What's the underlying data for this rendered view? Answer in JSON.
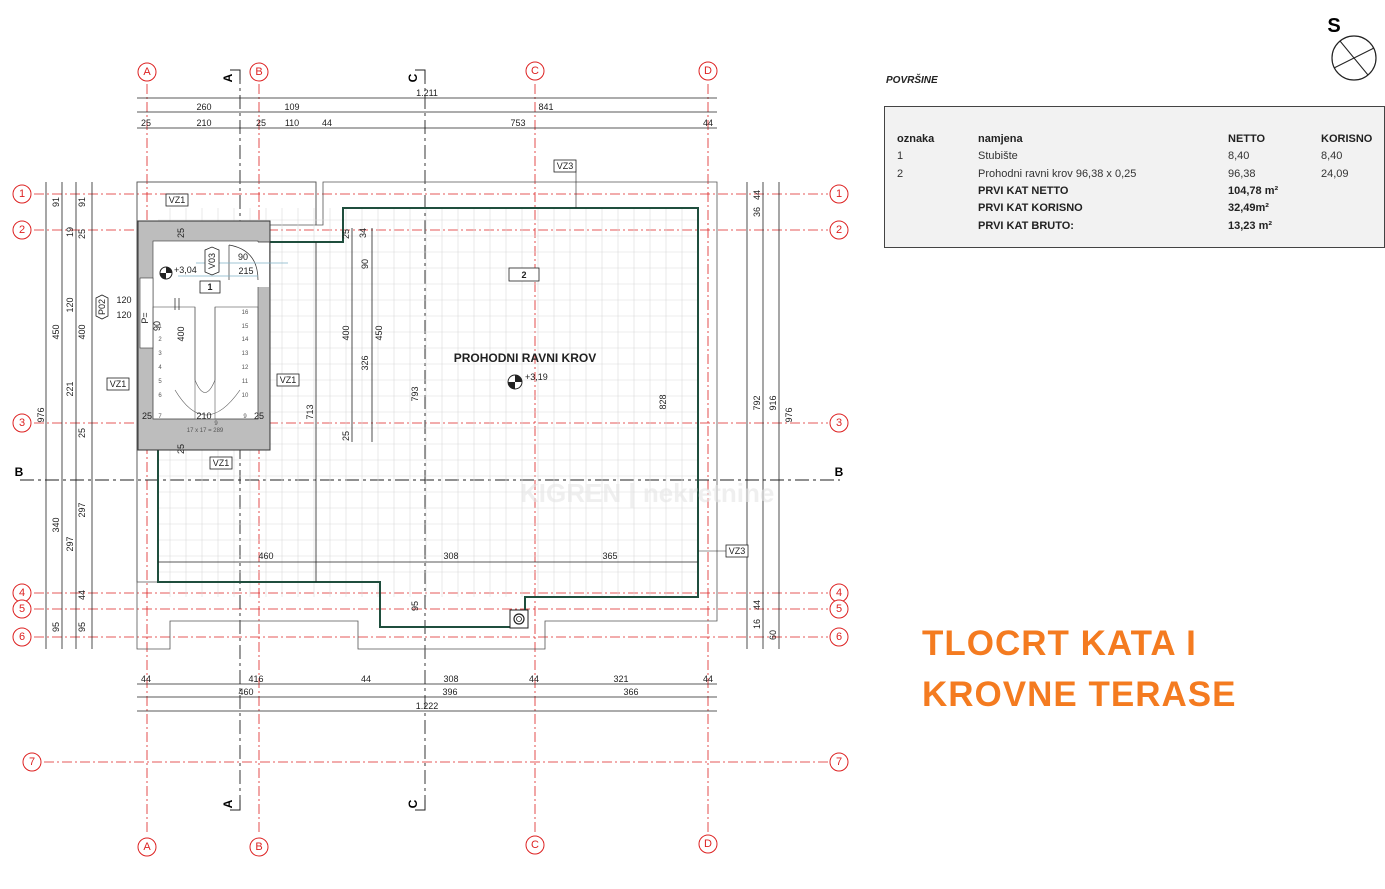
{
  "axes": {
    "letters": [
      "A",
      "B",
      "C",
      "D"
    ],
    "numbers": [
      "1",
      "2",
      "3",
      "4",
      "5",
      "6",
      "7"
    ]
  },
  "sections": {
    "a": "A",
    "b": "B",
    "c": "C"
  },
  "dims_top": {
    "total": "1.211",
    "row1": [
      "260",
      "109",
      "841"
    ],
    "row2": [
      "25",
      "210",
      "25",
      "110",
      "44",
      "753",
      "44"
    ]
  },
  "dims_bottom": {
    "row1": [
      "44",
      "416",
      "44",
      "308",
      "44",
      "321",
      "44"
    ],
    "row2": [
      "460",
      "396",
      "366"
    ],
    "total": "1.222"
  },
  "dims_left": {
    "outer": [
      "976"
    ],
    "mid": [
      "91",
      "450",
      "340",
      "95"
    ],
    "inner": [
      "91",
      "19",
      "120",
      "221",
      "25",
      "297",
      "44",
      "95"
    ],
    "stair": [
      "25",
      "400"
    ]
  },
  "dims_right": {
    "outer": [
      "976"
    ],
    "mid": [
      "916"
    ],
    "inner": [
      "44",
      "36",
      "792",
      "44",
      "16",
      "60"
    ]
  },
  "dims_interior": {
    "terrace_h": [
      "25",
      "34",
      "90",
      "400",
      "450",
      "326",
      "25",
      "713",
      "793",
      "828"
    ],
    "terrace_w": [
      "460",
      "308",
      "365"
    ],
    "stair": [
      "90",
      "215",
      "120",
      "120",
      "90",
      "25",
      "210",
      "25",
      "25",
      "95"
    ]
  },
  "tags": {
    "vz1": "VZ1",
    "vz3": "VZ3",
    "p02": "P02",
    "v03": "V03",
    "p_eq": "P="
  },
  "rooms": {
    "r1_num": "1",
    "r2_num": "2",
    "r2_name": "PROHODNI RAVNI KROV",
    "level_stair": "+3,04",
    "level_roof": "+3,19",
    "stair_note": "17 x 17 = 289",
    "stair_steps": [
      "1",
      "2",
      "3",
      "4",
      "5",
      "6",
      "7",
      "8",
      "9",
      "10",
      "11",
      "12",
      "13",
      "14",
      "15",
      "16"
    ]
  },
  "watermark": "KIGREN | nekretnine",
  "legend": {
    "title": "POVRŠINE",
    "headers": [
      "oznaka",
      "namjena",
      "NETTO",
      "KORISNO"
    ],
    "rows": [
      [
        "1",
        "Stubište",
        "8,40",
        "8,40"
      ],
      [
        "2",
        "Prohodni ravni krov 96,38 x 0,25",
        "96,38",
        "24,09"
      ]
    ],
    "totals": [
      [
        "PRVI KAT NETTO",
        "104,78 m²"
      ],
      [
        "PRVI KAT KORISNO",
        "32,49m²"
      ],
      [
        "PRVI KAT BRUTO:",
        "13,23 m²"
      ]
    ]
  },
  "north": "S",
  "title": [
    "TLOCRT KATA I",
    "KROVNE TERASE"
  ],
  "colors": {
    "axis": "#dd2222",
    "title": "#f47b20",
    "parapet": "#1f4e3d"
  }
}
